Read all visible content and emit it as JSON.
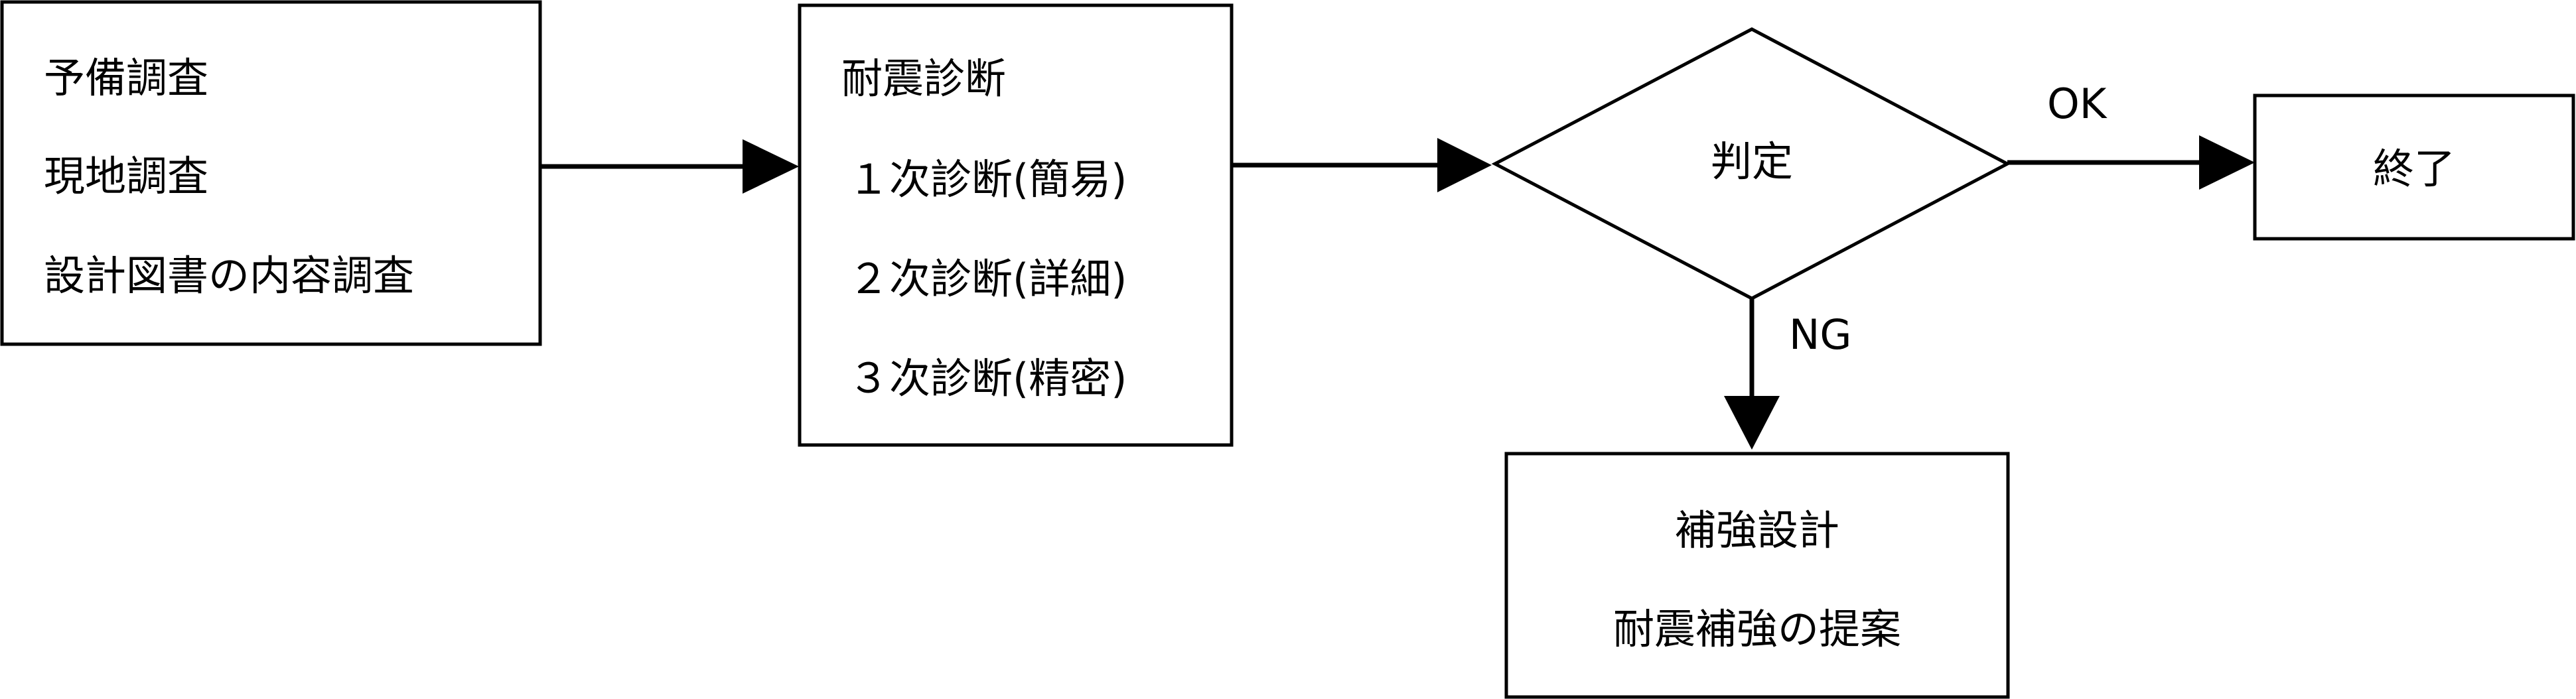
{
  "nodes": {
    "survey": {
      "lines": [
        "予備調査",
        "現地調査",
        "設計図書の内容調査"
      ]
    },
    "diagnosis": {
      "title": "耐震診断",
      "lines": [
        "１次診断(簡易)",
        "２次診断(詳細)",
        "３次診断(精密)"
      ]
    },
    "judgment": {
      "label": "判定"
    },
    "end": {
      "label": "終了"
    },
    "reinforcement": {
      "lines": [
        "補強設計",
        "耐震補強の提案"
      ]
    }
  },
  "edges": {
    "ok_label": "OK",
    "ng_label": "NG"
  },
  "colors": {
    "stroke": "#000000",
    "fill": "#ffffff",
    "text": "#000000"
  }
}
